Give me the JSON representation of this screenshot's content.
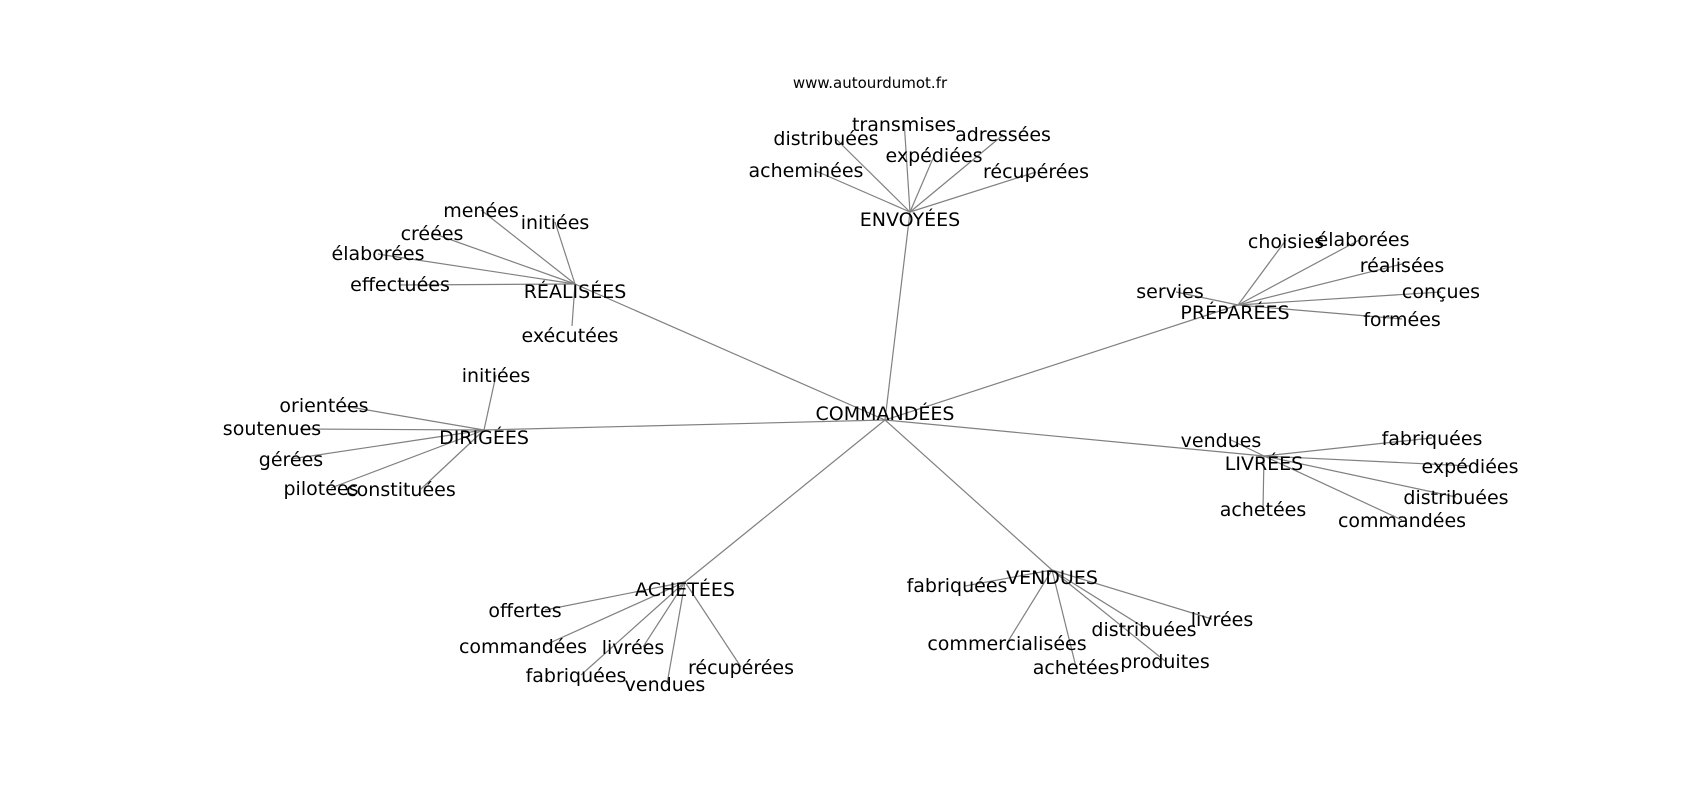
{
  "site": "www.autourdumot.fr",
  "center": {
    "label": "COMMANDÉES"
  },
  "hubs": [
    {
      "id": "envoyees",
      "label": "ENVOYÉES",
      "leaves": [
        "transmises",
        "distribuées",
        "adressées",
        "expédiées",
        "acheminées",
        "récupérées"
      ]
    },
    {
      "id": "realisees",
      "label": "RÉALISÉES",
      "leaves": [
        "menées",
        "initiées",
        "créées",
        "élaborées",
        "effectuées",
        "exécutées"
      ]
    },
    {
      "id": "preparees",
      "label": "PRÉPARÉES",
      "leaves": [
        "choisies",
        "élaborées",
        "réalisées",
        "servies",
        "conçues",
        "formées"
      ]
    },
    {
      "id": "dirigees",
      "label": "DIRIGÉES",
      "leaves": [
        "initiées",
        "orientées",
        "soutenues",
        "gérées",
        "pilotées",
        "constituées"
      ]
    },
    {
      "id": "livrees",
      "label": "LIVRÉES",
      "leaves": [
        "vendues",
        "fabriquées",
        "expédiées",
        "distribuées",
        "achetées",
        "commandées"
      ]
    },
    {
      "id": "achetees",
      "label": "ACHETÉES",
      "leaves": [
        "offertes",
        "commandées",
        "livrées",
        "fabriquées",
        "vendues",
        "récupérées"
      ]
    },
    {
      "id": "vendues",
      "label": "VENDUES",
      "leaves": [
        "fabriquées",
        "livrées",
        "distribuées",
        "commercialisées",
        "achetées",
        "produites"
      ]
    }
  ]
}
